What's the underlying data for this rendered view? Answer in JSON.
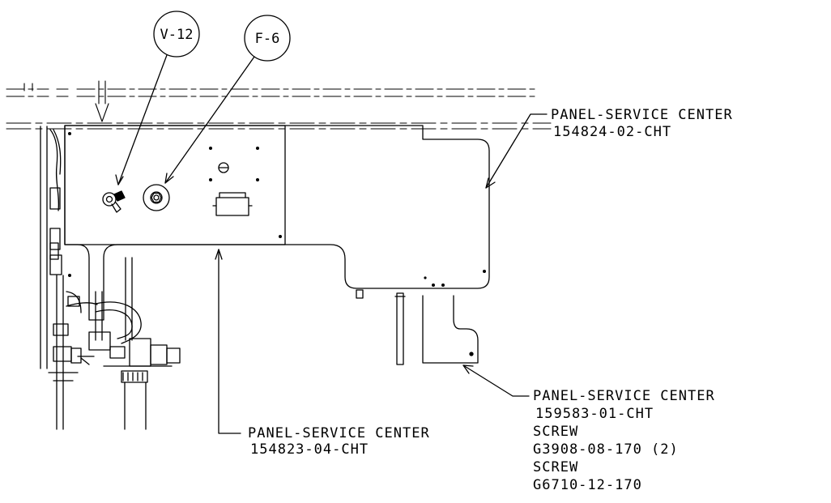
{
  "bubbles": {
    "valve": "V-12",
    "filter": "F-6"
  },
  "callouts": {
    "top_right": {
      "name": "PANEL-SERVICE CENTER",
      "part": "154824-02-CHT"
    },
    "bottom_center": {
      "name": "PANEL-SERVICE CENTER",
      "part": "154823-04-CHT"
    },
    "bottom_right": {
      "name": "PANEL-SERVICE CENTER",
      "part": "159583-01-CHT",
      "screw_1_label": "SCREW",
      "screw_1_part": "G3908-08-170 (2)",
      "screw_2_label": "SCREW",
      "screw_2_part": "G6710-12-170"
    }
  },
  "colors": {
    "ink": "#000000",
    "paper": "#ffffff"
  }
}
